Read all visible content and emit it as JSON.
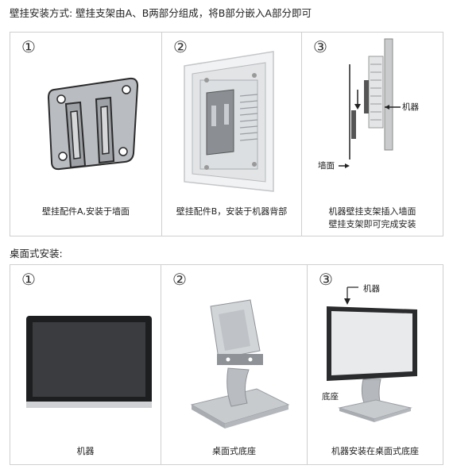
{
  "sections": {
    "wall": {
      "title": "壁挂安装方式: 壁挂支架由A、B两部分组成，将B部分嵌入A部分即可",
      "steps": [
        {
          "num": "①",
          "caption": "壁挂配件A,安装于墙面"
        },
        {
          "num": "②",
          "caption": "壁挂配件B，安装于机器背部"
        },
        {
          "num": "③",
          "caption_line1": "机器壁挂支架插入墙面",
          "caption_line2": "壁挂支架即可完成安装",
          "label_machine": "机器",
          "label_wall": "墙面"
        }
      ]
    },
    "desk": {
      "title": "桌面式安装:",
      "steps": [
        {
          "num": "①",
          "caption": "机器"
        },
        {
          "num": "②",
          "caption": "桌面式底座"
        },
        {
          "num": "③",
          "caption": "机器安装在桌面式底座",
          "label_machine": "机器",
          "label_base": "底座"
        }
      ]
    }
  }
}
